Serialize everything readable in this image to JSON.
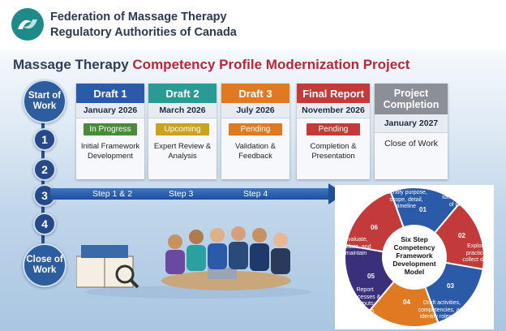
{
  "header": {
    "org_line1": "Federation of Massage Therapy",
    "org_line2": "Regulatory Authorities of Canada",
    "title_part1": "Massage Therapy ",
    "title_part2": "Competency Profile Modernization Project"
  },
  "timeline": {
    "start_label": "Start of Work",
    "end_label": "Close of Work",
    "markers": [
      "1",
      "2",
      "3",
      "4"
    ]
  },
  "cards": [
    {
      "title": "Draft 1",
      "date": "January 2026",
      "status": "In Progress",
      "description": "Initial Framework Development",
      "color": "#2a5aa8",
      "status_color": "#4a8a3a"
    },
    {
      "title": "Draft 2",
      "date": "March 2026",
      "status": "Upcoming",
      "description": "Expert Review & Analysis",
      "color": "#2a9a94",
      "status_color": "#c9a21e"
    },
    {
      "title": "Draft 3",
      "date": "July 2026",
      "status": "Pending",
      "description": "Validation & Feedback",
      "color": "#e07a22",
      "status_color": "#e07a22"
    },
    {
      "title": "Final Report",
      "date": "November 2026",
      "status": "Pending",
      "description": "Completion & Presentation",
      "color": "#c23a3a",
      "status_color": "#c23a3a"
    },
    {
      "title": "Project Completion",
      "date": "January 2027",
      "description": "Close of Work",
      "color": "#8a8f98"
    }
  ],
  "steps": [
    "Step 1 & 2",
    "Step 3",
    "Step 4"
  ],
  "wheel": {
    "center": "Six Step Competency Framework Development Model",
    "segments": [
      {
        "num": "01",
        "text": "Identify purpose, scope, detail, timeline",
        "color": "#2a5aa8"
      },
      {
        "num": "02",
        "text": "Identify features of practice",
        "color": "#c23a3a"
      },
      {
        "num": "03",
        "text": "Explore practice; collect data",
        "color": "#2a5aa8"
      },
      {
        "num": "04",
        "text": "Draft activities, competencies, and identify roles; test",
        "color": "#e07a22"
      },
      {
        "num": "05",
        "text": "Report processes & outputs; publish",
        "color": "#3a2f7a"
      },
      {
        "num": "06",
        "text": "Evaluate, update, and maintain",
        "color": "#c23a3a"
      }
    ]
  }
}
